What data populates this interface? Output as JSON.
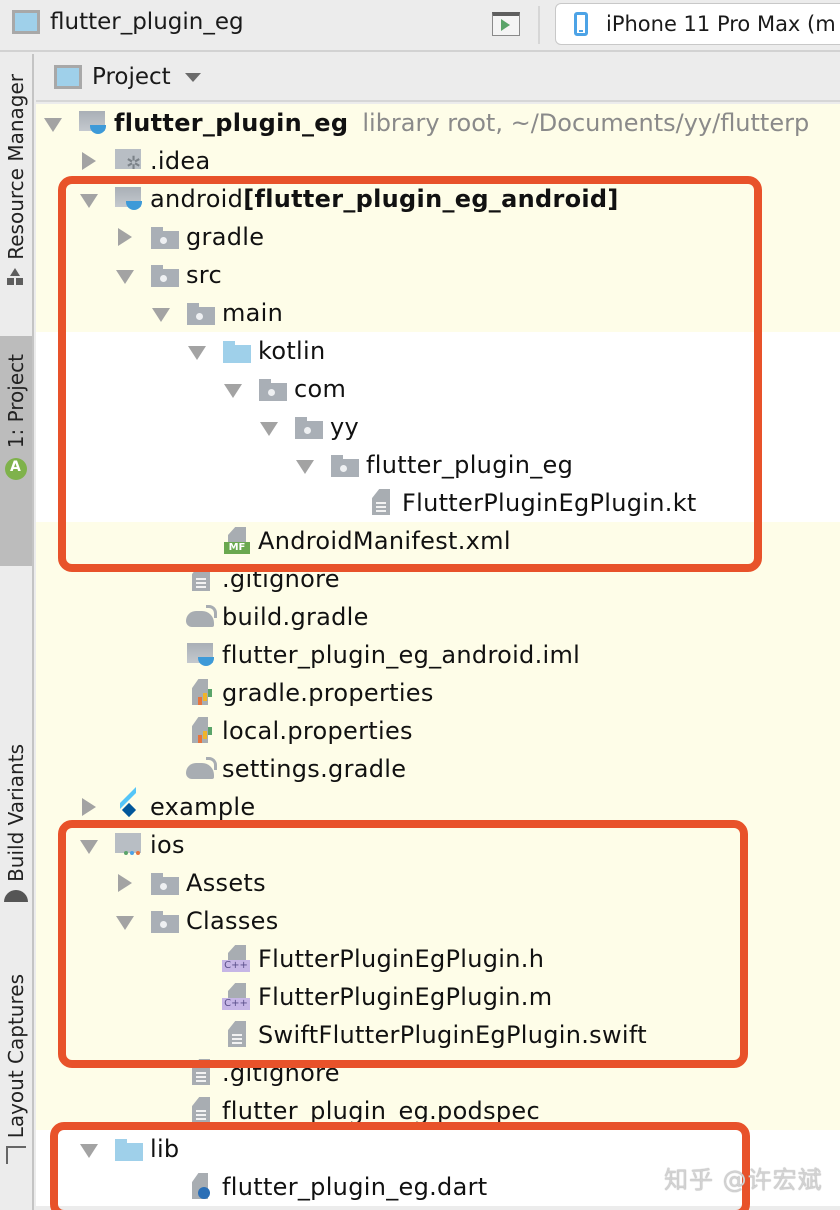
{
  "toolbar": {
    "project_name": "flutter_plugin_eg",
    "device": "iPhone 11 Pro Max (m"
  },
  "side_tabs": {
    "resource_manager": "Resource Manager",
    "project": "1: Project",
    "build_variants": "Build Variants",
    "layout_captures": "Layout Captures"
  },
  "panel": {
    "title": "Project"
  },
  "tree": [
    {
      "label": "flutter_plugin_eg",
      "hint": "library root,  ~/Documents/yy/flutterp",
      "bold": true,
      "indent": 0,
      "toggle": "open",
      "icon": "module-folder-icon"
    },
    {
      "label": ".idea",
      "indent": 1,
      "toggle": "closed",
      "icon": "idea-folder-icon"
    },
    {
      "label": "android ",
      "label_bold": "[flutter_plugin_eg_android]",
      "indent": 1,
      "toggle": "open",
      "icon": "module-folder-icon"
    },
    {
      "label": "gradle",
      "indent": 2,
      "toggle": "closed",
      "icon": "folder-icon"
    },
    {
      "label": "src",
      "indent": 2,
      "toggle": "open",
      "icon": "folder-icon"
    },
    {
      "label": "main",
      "indent": 3,
      "toggle": "open",
      "icon": "folder-icon"
    },
    {
      "label": "kotlin",
      "indent": 4,
      "toggle": "open",
      "icon": "source-folder-icon"
    },
    {
      "label": "com",
      "indent": 5,
      "toggle": "open",
      "icon": "folder-icon"
    },
    {
      "label": "yy",
      "indent": 6,
      "toggle": "open",
      "icon": "folder-icon"
    },
    {
      "label": "flutter_plugin_eg",
      "indent": 7,
      "toggle": "open",
      "icon": "folder-icon"
    },
    {
      "label": "FlutterPluginEgPlugin.kt",
      "indent": 8,
      "toggle": "none",
      "icon": "text-file-icon"
    },
    {
      "label": "AndroidManifest.xml",
      "indent": 4,
      "toggle": "none",
      "icon": "manifest-file-icon"
    },
    {
      "label": ".gitignore",
      "indent": 3,
      "toggle": "none",
      "icon": "text-file-icon"
    },
    {
      "label": "build.gradle",
      "indent": 3,
      "toggle": "none",
      "icon": "gradle-icon"
    },
    {
      "label": "flutter_plugin_eg_android.iml",
      "indent": 3,
      "toggle": "none",
      "icon": "module-folder-icon"
    },
    {
      "label": "gradle.properties",
      "indent": 3,
      "toggle": "none",
      "icon": "properties-file-icon"
    },
    {
      "label": "local.properties",
      "indent": 3,
      "toggle": "none",
      "icon": "properties-file-icon"
    },
    {
      "label": "settings.gradle",
      "indent": 3,
      "toggle": "none",
      "icon": "gradle-icon"
    },
    {
      "label": "example",
      "indent": 1,
      "toggle": "closed",
      "icon": "flutter-icon"
    },
    {
      "label": "ios",
      "indent": 1,
      "toggle": "open",
      "icon": "ios-folder-icon"
    },
    {
      "label": "Assets",
      "indent": 2,
      "toggle": "closed",
      "icon": "folder-icon"
    },
    {
      "label": "Classes",
      "indent": 2,
      "toggle": "open",
      "icon": "folder-icon"
    },
    {
      "label": "FlutterPluginEgPlugin.h",
      "indent": 4,
      "toggle": "none",
      "icon": "cpp-file-icon"
    },
    {
      "label": "FlutterPluginEgPlugin.m",
      "indent": 4,
      "toggle": "none",
      "icon": "cpp-file-icon"
    },
    {
      "label": "SwiftFlutterPluginEgPlugin.swift",
      "indent": 4,
      "toggle": "none",
      "icon": "text-file-icon"
    },
    {
      "label": ".gitignore",
      "indent": 3,
      "toggle": "none",
      "icon": "text-file-icon"
    },
    {
      "label": "flutter_plugin_eg.podspec",
      "indent": 3,
      "toggle": "none",
      "icon": "text-file-icon"
    },
    {
      "label": "lib",
      "indent": 1,
      "toggle": "open",
      "icon": "source-folder-icon"
    },
    {
      "label": "flutter_plugin_eg.dart",
      "indent": 3,
      "toggle": "none",
      "icon": "dart-file-icon"
    }
  ],
  "annotations": {
    "color": "#e8522a",
    "boxes": [
      "android",
      "ios",
      "lib"
    ]
  },
  "watermark": "知乎 @许宏斌",
  "colors": {
    "tree_bg": "#fefde8",
    "selected_bg": "#ffffff",
    "highlight": "#e8522a"
  }
}
